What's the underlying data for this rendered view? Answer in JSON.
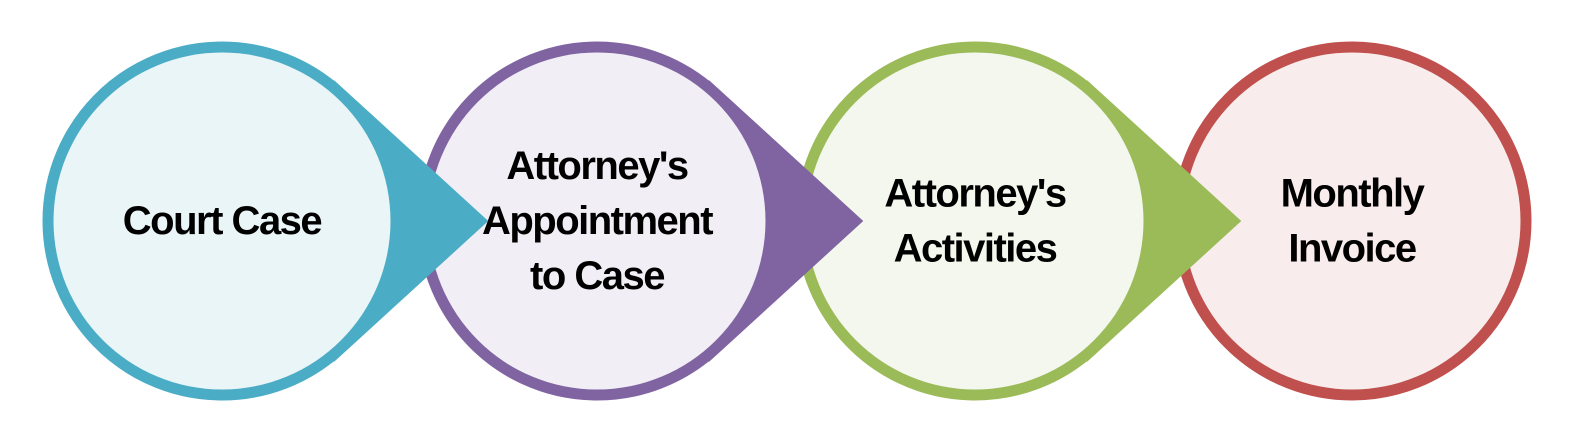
{
  "steps": [
    {
      "lines": [
        "Court Case"
      ],
      "color": "#4BACC6",
      "fill": "#EAF5F8"
    },
    {
      "lines": [
        "Attorney's",
        "Appointment",
        "to Case"
      ],
      "color": "#8064A2",
      "fill": "#F1EFF5"
    },
    {
      "lines": [
        "Attorney's",
        "Activities"
      ],
      "color": "#9BBB59",
      "fill": "#F3F7ED"
    },
    {
      "lines": [
        "Monthly",
        "Invoice"
      ],
      "color": "#C0504D",
      "fill": "#F8ECEC"
    }
  ]
}
